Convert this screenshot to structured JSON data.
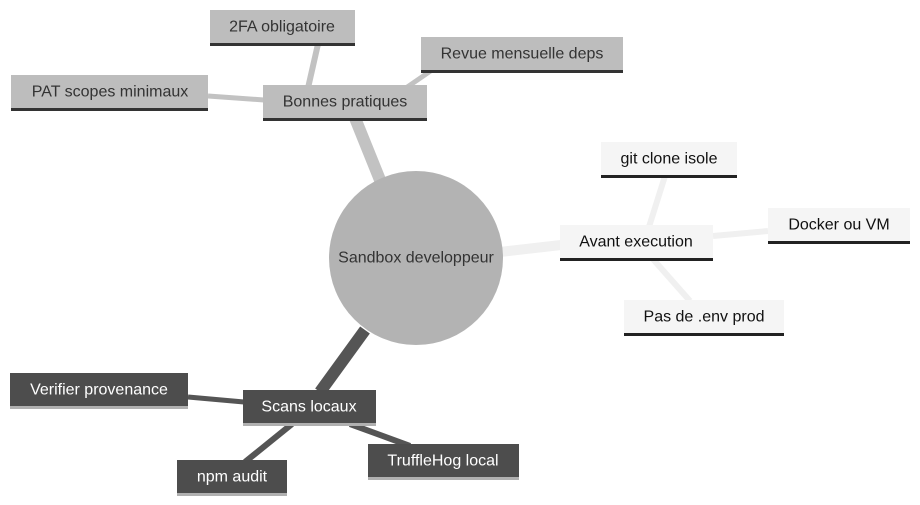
{
  "center": {
    "label": "Sandbox developpeur",
    "fill": "#b3b3b3",
    "text_color": "#333333"
  },
  "branches": [
    {
      "label": "Bonnes pratiques",
      "fill": "#bdbdbd",
      "underline": "#333333",
      "edge_color": "#c2c2c2",
      "text_color": "#333333",
      "children": [
        "2FA obligatoire",
        "Revue mensuelle deps",
        "PAT scopes minimaux"
      ]
    },
    {
      "label": "Avant execution",
      "fill": "#f5f5f5",
      "underline": "#222222",
      "edge_color": "#f0f0f0",
      "text_color": "#111111",
      "children": [
        "git clone isole",
        "Docker ou VM",
        "Pas de .env prod"
      ]
    },
    {
      "label": "Scans locaux",
      "fill": "#4d4d4d",
      "underline": "#b0b0b0",
      "edge_color": "#555555",
      "text_color": "#ffffff",
      "children": [
        "Verifier provenance",
        "npm audit",
        "TruffleHog local"
      ]
    }
  ]
}
